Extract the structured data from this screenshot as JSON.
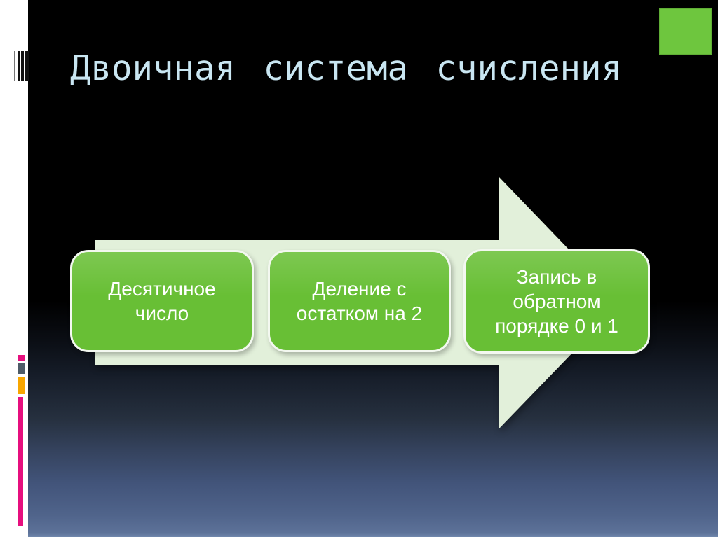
{
  "slide": {
    "title": "Двоичная система счисления",
    "title_color": "#c9e6f2",
    "background_top_color": "#000000",
    "background_bottom_color": "#5d7299"
  },
  "decorations": {
    "left_strip_color": "#ffffff",
    "barcode_icon": "barcode-icon",
    "magenta_square_color": "#e60f7e",
    "slate_square_color": "#4e5b68",
    "orange_square_color": "#f8a600",
    "accent_bar_color": "#e60f7e",
    "corner_square_color": "#6ec63e"
  },
  "diagram": {
    "type": "process-arrow",
    "arrow_color": "#e2f0da",
    "step_fill_color": "#68bf35",
    "step_border_color": "#f3f8f0",
    "steps": [
      {
        "label": "Десятичное\nчисло"
      },
      {
        "label": "Деление с\nостатком на 2"
      },
      {
        "label": "Запись в\nобратном\nпорядке 0 и 1"
      }
    ]
  }
}
